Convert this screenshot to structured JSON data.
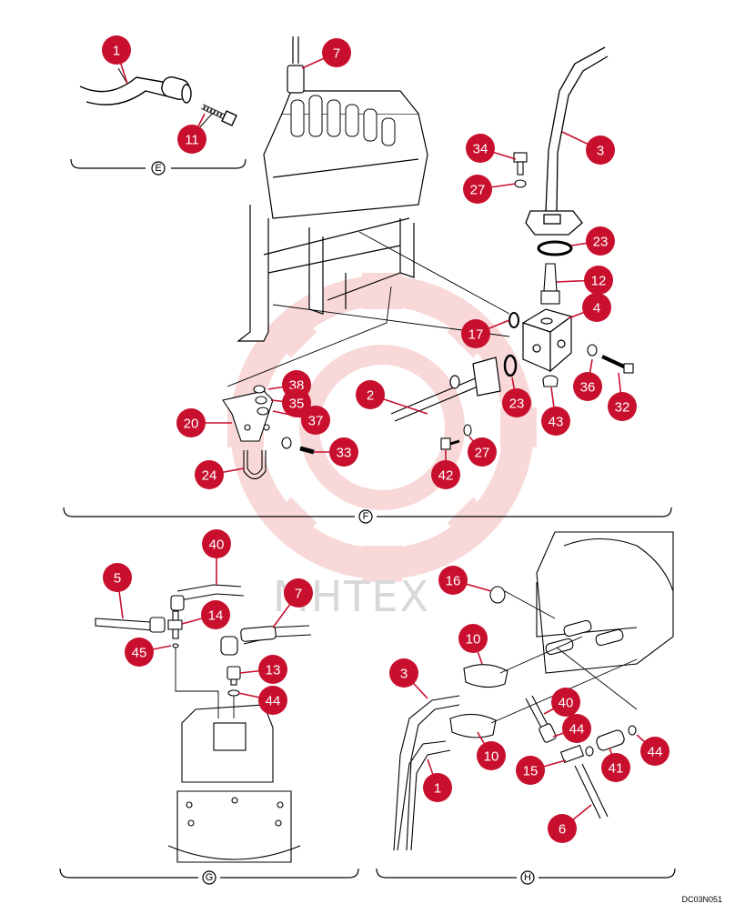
{
  "watermark": {
    "text": "MHTEX",
    "color": "#f3b9b9"
  },
  "callout_color": "#c8102e",
  "sections": [
    {
      "label": "E"
    },
    {
      "label": "F"
    },
    {
      "label": "G"
    },
    {
      "label": "H"
    }
  ],
  "callouts": {
    "e": [
      "1",
      "11"
    ],
    "f": [
      "7",
      "34",
      "3",
      "27",
      "23",
      "12",
      "4",
      "17",
      "36",
      "32",
      "2",
      "23",
      "43",
      "38",
      "35",
      "37",
      "20",
      "33",
      "27",
      "42",
      "24"
    ],
    "g": [
      "40",
      "5",
      "7",
      "14",
      "45",
      "13",
      "44"
    ],
    "h": [
      "16",
      "10",
      "3",
      "40",
      "44",
      "44",
      "10",
      "15",
      "41",
      "1",
      "6"
    ]
  },
  "drawing_code": "DC03N051"
}
